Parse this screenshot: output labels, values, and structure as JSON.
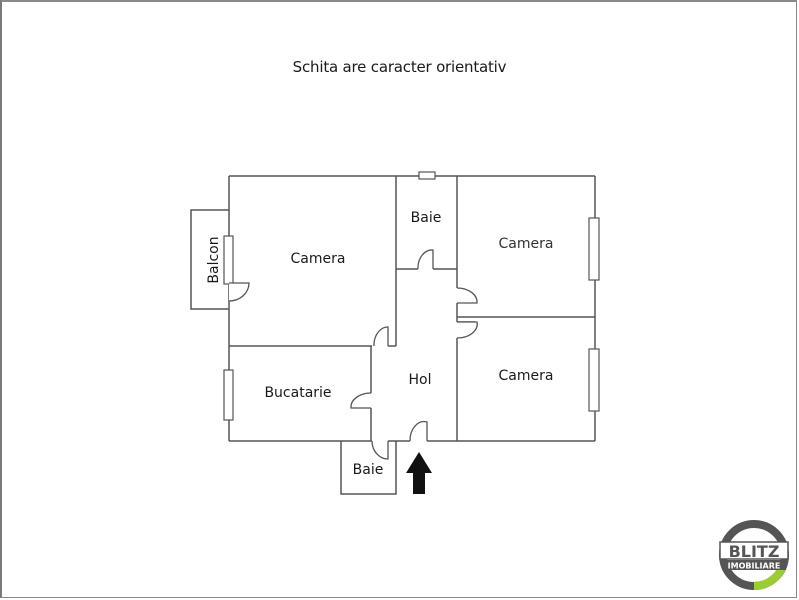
{
  "title": "Schita are caracter orientativ",
  "rooms": {
    "camera_left": "Camera",
    "baie_top": "Baie",
    "camera_top_right": "Camera",
    "camera_bottom_right": "Camera",
    "balcon": "Balcon",
    "bucatarie": "Bucatarie",
    "hol": "Hol",
    "baie_bottom": "Baie"
  },
  "entrance_arrow": "entrance-arrow",
  "logo": {
    "line1": "BLITZ",
    "line2": "IMOBILIARE",
    "ring_color": "#555555",
    "accent_color": "#9acd32"
  },
  "colors": {
    "wall": "#555555",
    "text": "#1a1a1a"
  }
}
